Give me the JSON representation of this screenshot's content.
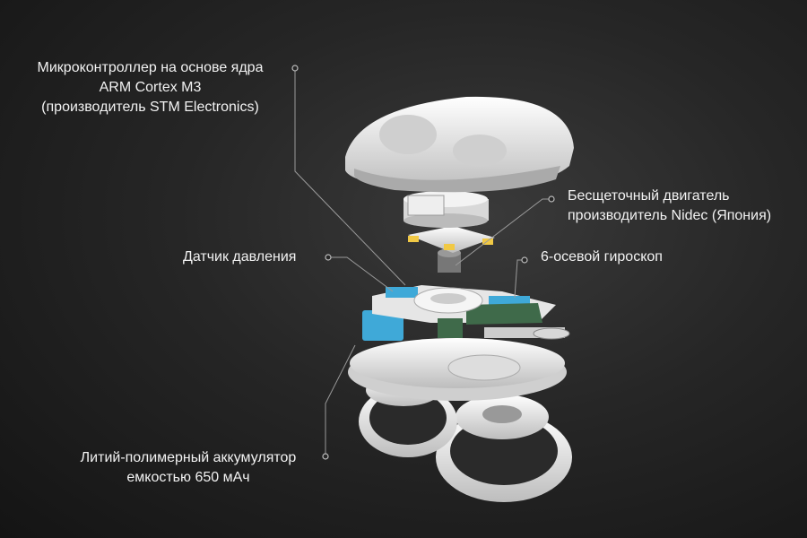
{
  "labels": {
    "mcu": [
      "Микроконтроллер на основе ядра",
      "ARM Cortex M3",
      "(производитель STM Electronics)"
    ],
    "motor": [
      "Бесщеточный двигатель",
      "производитель Nidec (Япония)"
    ],
    "pressure": "Датчик давления",
    "gyro": "6-осевой гироскоп",
    "battery": [
      "Литий-полимерный аккумулятор",
      "емкостью 650 мАч"
    ]
  },
  "colors": {
    "background": "#262626",
    "part": "#f0f0f0",
    "accent_blue": "#3fa9d8",
    "pcb_green": "#3f6a4a",
    "leader": "#9a9a9a"
  }
}
